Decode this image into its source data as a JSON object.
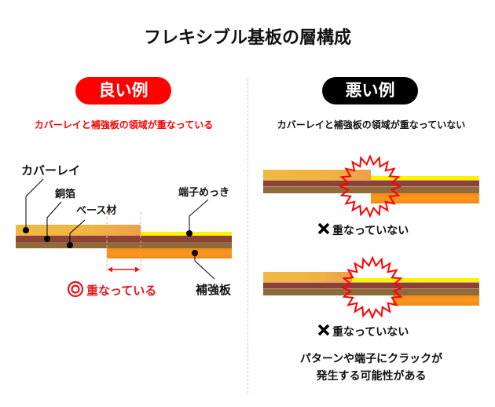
{
  "title": "フレキシブル基板の層構成",
  "good": {
    "badge": "良い例",
    "subtitle": "カバーレイと補強板の領域が重なっている",
    "labels": {
      "coverlay": "カバーレイ",
      "copper": "銅箔",
      "base": "ベース材",
      "plating": "端子めっき",
      "stiffener": "補強板"
    },
    "result_icon": "double-circle-icon",
    "result": "重なっている"
  },
  "bad": {
    "badge": "悪い例",
    "subtitle": "カバーレイと補強板の領域が重なっていない",
    "case1_icon": "cross-icon",
    "case1": "重なっていない",
    "case2_icon": "cross-icon",
    "case2": "重なっていない",
    "warning_line1": "パターンや端子にクラックが",
    "warning_line2": "発生する可能性がある"
  },
  "colors": {
    "good_accent": "#ff0000",
    "bad_accent": "#000000",
    "coverlay": "#f0b443",
    "copper": "#8e4139",
    "base": "#8f6a3a",
    "plating": "#ffee00",
    "stiffener": "#f7901e",
    "burst": "#ff0000"
  }
}
